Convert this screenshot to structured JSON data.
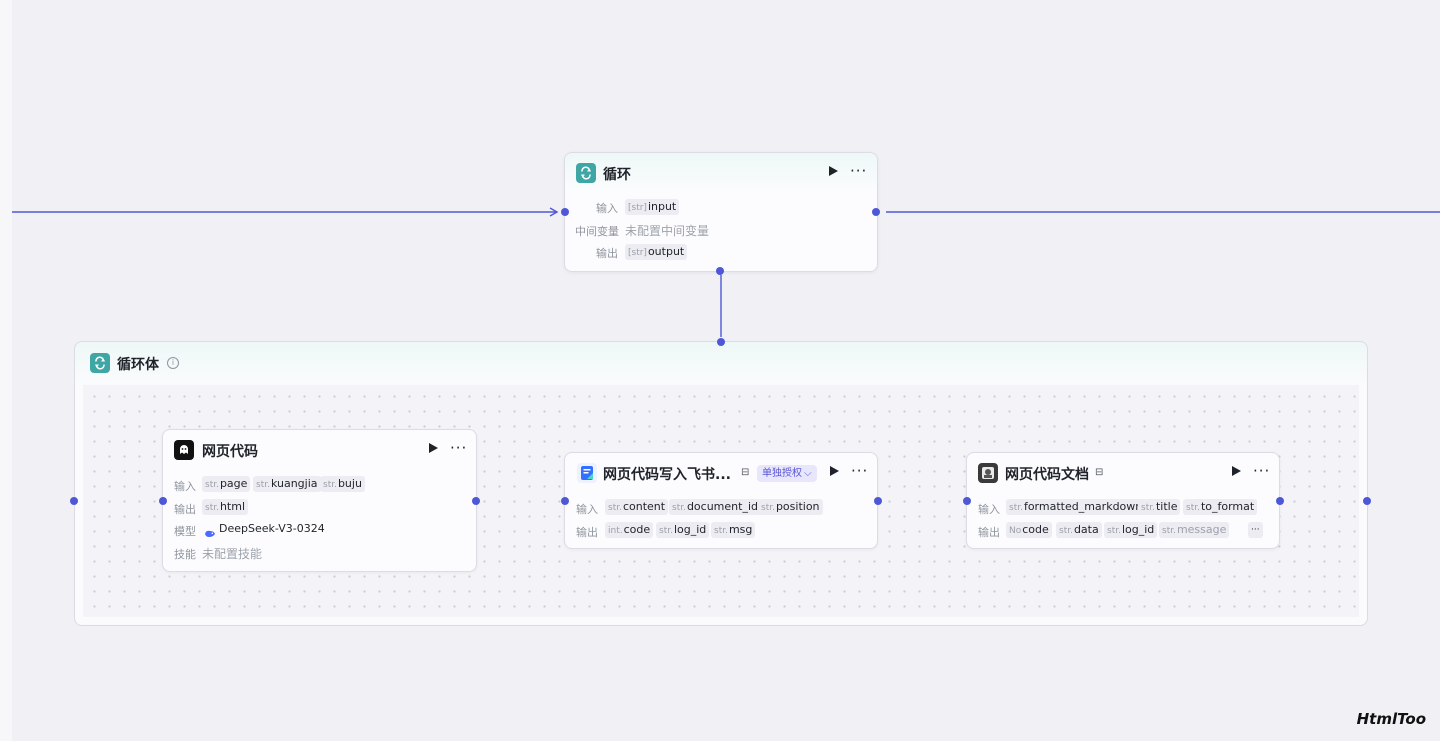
{
  "loop_node": {
    "title": "循环",
    "rows": [
      {
        "label": "输入",
        "chips": [
          {
            "type": "[str]",
            "name": "input"
          }
        ]
      },
      {
        "label": "中间变量",
        "value": "未配置中间变量"
      },
      {
        "label": "输出",
        "chips": [
          {
            "type": "[str]",
            "name": "output"
          }
        ]
      }
    ]
  },
  "loop_body": {
    "title": "循环体"
  },
  "node_webcode": {
    "title": "网页代码",
    "input_label": "输入",
    "inputs": [
      {
        "type": "str.",
        "name": "page"
      },
      {
        "type": "str.",
        "name": "kuangjia"
      },
      {
        "type": "str.",
        "name": "buju"
      }
    ],
    "output_label": "输出",
    "outputs": [
      {
        "type": "str.",
        "name": "html"
      }
    ],
    "model_label": "模型",
    "model": "DeepSeek-V3-0324",
    "skill_label": "技能",
    "skill": "未配置技能"
  },
  "node_feishu": {
    "title": "网页代码写入飞书...",
    "auth_badge": "单独授权",
    "input_label": "输入",
    "inputs": [
      {
        "type": "str.",
        "name": "content"
      },
      {
        "type": "str.",
        "name": "document_id"
      },
      {
        "type": "str.",
        "name": "position"
      }
    ],
    "output_label": "输出",
    "outputs": [
      {
        "type": "int.",
        "name": "code"
      },
      {
        "type": "str.",
        "name": "log_id"
      },
      {
        "type": "str.",
        "name": "msg"
      }
    ]
  },
  "node_doc": {
    "title": "网页代码文档",
    "input_label": "输入",
    "inputs": [
      {
        "type": "str.",
        "name": "formatted_markdown"
      },
      {
        "type": "str.",
        "name": "title"
      },
      {
        "type": "str.",
        "name": "to_format"
      }
    ],
    "output_label": "输出",
    "outputs": [
      {
        "type": "No",
        "name": "code"
      },
      {
        "type": "str.",
        "name": "data"
      },
      {
        "type": "str.",
        "name": "log_id"
      },
      {
        "type": "str.",
        "name": "message"
      }
    ],
    "overflow": "···"
  },
  "watermark": "HtmlToo",
  "colors": {
    "edge": "#4e58d6",
    "loop_icon": "#3fa6a6",
    "badge_bg": "#e7e6fb",
    "badge_text": "#5b55d6"
  }
}
